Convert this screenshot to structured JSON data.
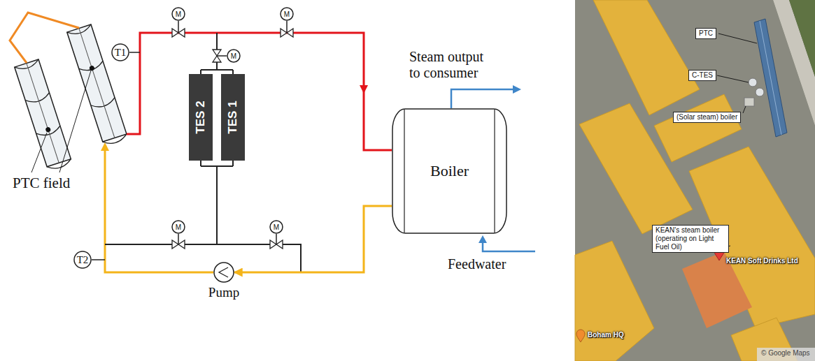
{
  "diagram": {
    "nodes": [
      {
        "text": [
          "T1"
        ]
      },
      {
        "text": [
          "M"
        ]
      },
      {
        "text": [
          "M"
        ]
      },
      {
        "text": [
          "M"
        ]
      },
      {
        "text": [
          "TES 2"
        ]
      },
      {
        "text": [
          "TES 1"
        ]
      },
      {
        "text": [
          "Boiler"
        ]
      },
      {
        "text": [
          "M"
        ]
      },
      {
        "text": [
          "M"
        ]
      },
      {
        "text": [
          "T2"
        ]
      },
      {
        "text": [
          "Pump"
        ]
      },
      {
        "text": [
          "PTC"
        ]
      },
      {
        "text": [
          "C-TES"
        ]
      },
      {
        "text": [
          "(Solar steam) boiler"
        ]
      },
      {
        "text": [
          "KEAN's steam boiler (operating on Light Fuel Oil)"
        ]
      }
    ],
    "edges": [
      {
        "from": 6,
        "to": 10,
        "arrow": "to"
      }
    ],
    "labels": [
      "PTC field",
      "Steam output to consumer",
      "Feedwater",
      "KEAN Soft Drinks Ltd",
      "Boham HQ",
      "© Google Maps"
    ]
  }
}
